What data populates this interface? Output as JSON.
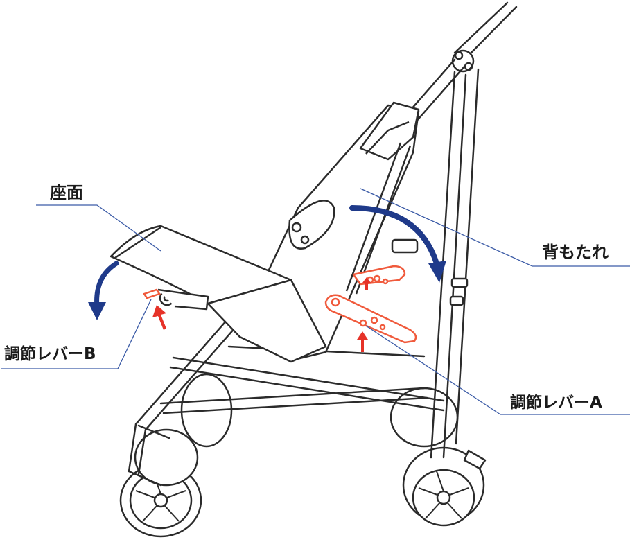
{
  "labels": {
    "seat": "座面",
    "backrest": "背もたれ",
    "lever_b": "調節レバーB",
    "lever_a": "調節レバーA"
  },
  "colors": {
    "line_art": "#2b2b2b",
    "callout_line": "#3a5aa6",
    "rotation_arrow": "#1f3a8a",
    "lever_highlight": "#f05a3c",
    "push_arrow": "#e63228"
  },
  "icons": {
    "seat_rotation": "curved-arrow-down-left",
    "backrest_rotation": "curved-arrow-down-right",
    "lever_push": "arrow-up"
  }
}
